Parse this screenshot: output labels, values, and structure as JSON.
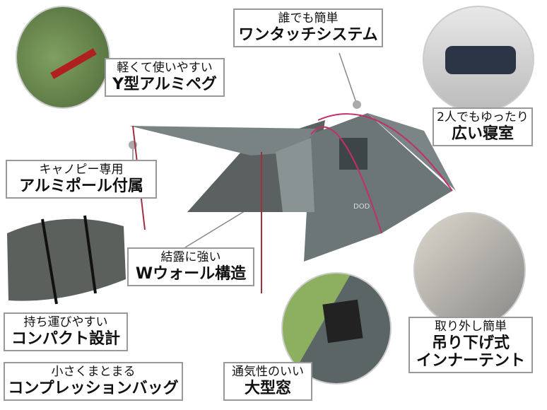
{
  "features": [
    {
      "sub": "軽くて使いやすい",
      "main": "Y型アルミペグ"
    },
    {
      "sub": "誰でも簡単",
      "main": "ワンタッチシステム"
    },
    {
      "sub": "2人でもゆったり",
      "main": "広い寝室"
    },
    {
      "sub": "キャノピー専用",
      "main": "アルミポール付属"
    },
    {
      "sub": "結露に強い",
      "main": "Wウォール構造"
    },
    {
      "sub": "持ち運びやすい",
      "main": "コンパクト設計"
    },
    {
      "sub": "小さくまとまる",
      "main": "コンプレッションバッグ"
    },
    {
      "sub": "通気性のいい",
      "main": "大型窓"
    },
    {
      "sub": "取り外し簡単",
      "main": "吊り下げ式",
      "main2": "インナーテント"
    }
  ],
  "brand_logo": "DOD"
}
